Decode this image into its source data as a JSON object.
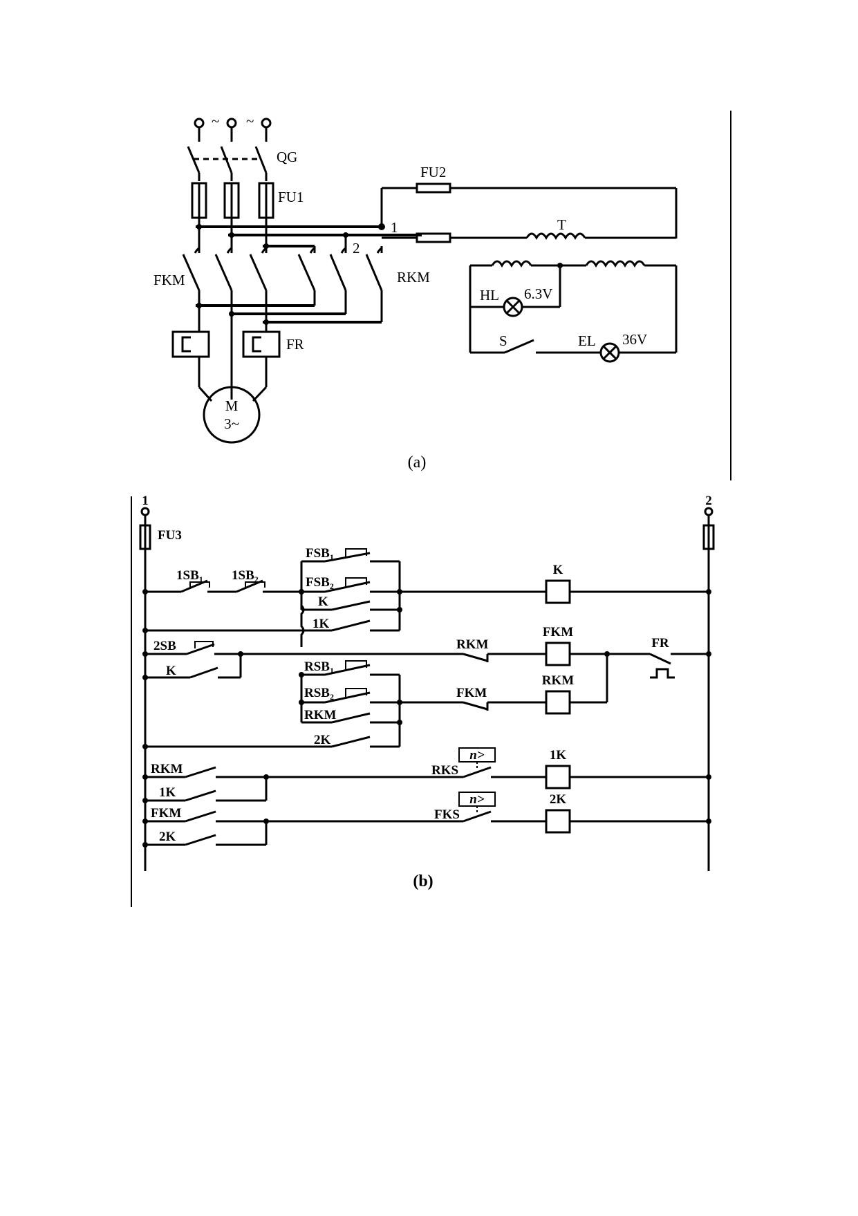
{
  "figure_a": {
    "caption": "(a)",
    "labels": {
      "qg": "QG",
      "tilde1": "~",
      "tilde2": "~",
      "fu1": "FU1",
      "fu2": "FU2",
      "node1": "1",
      "node2": "2",
      "t": "T",
      "fkm": "FKM",
      "rkm": "RKM",
      "fr": "FR",
      "hl": "HL",
      "hl_voltage": "6.3V",
      "s": "S",
      "el": "EL",
      "el_voltage": "36V",
      "motor_m": "M",
      "motor_phase": "3~"
    }
  },
  "figure_b": {
    "caption": "(b)",
    "labels": {
      "node1": "1",
      "node2": "2",
      "fu3": "FU3",
      "sb1_1": "1SB",
      "sb1_1_sub": "1",
      "sb1_2": "1SB",
      "sb1_2_sub": "2",
      "fsb1": "FSB",
      "fsb1_sub": "1",
      "fsb2": "FSB",
      "fsb2_sub": "2",
      "k_contact": "K",
      "k1_contact": "1K",
      "k_coil": "K",
      "sb2": "2SB",
      "k_hold": "K",
      "rkm_nc": "RKM",
      "fkm_coil": "FKM",
      "fr": "FR",
      "rsb1": "RSB",
      "rsb1_sub": "1",
      "rsb2": "RSB",
      "rsb2_sub": "2",
      "fkm_nc": "FKM",
      "rkm_coil": "RKM",
      "rkm_contact": "RKM",
      "k2_contact": "2K",
      "row5_rkm": "RKM",
      "row5_1k": "1K",
      "rks": "RKS",
      "speed1": "n>",
      "coil_1k": "1K",
      "row6_fkm": "FKM",
      "row6_2k": "2K",
      "fks": "FKS",
      "speed2": "n>",
      "coil_2k": "2K"
    }
  }
}
